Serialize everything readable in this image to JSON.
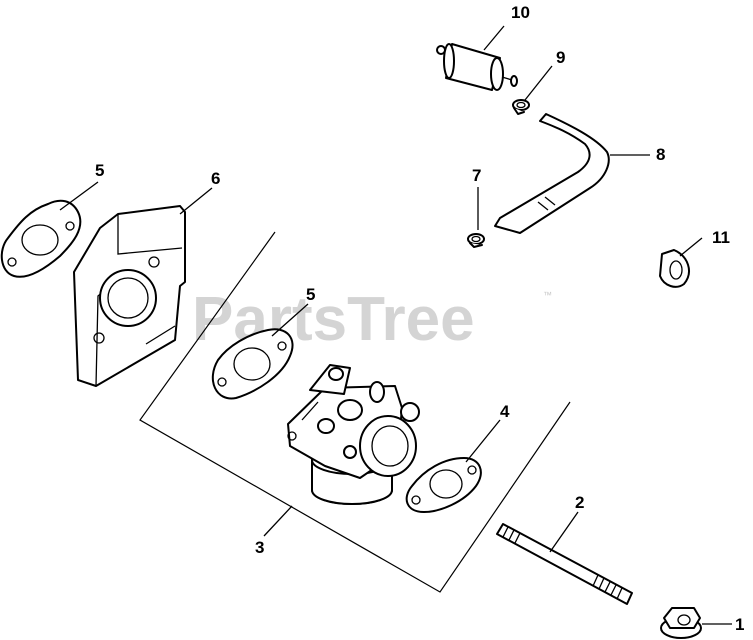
{
  "watermark": {
    "text": "PartsTree",
    "trademark": "™"
  },
  "callouts": {
    "c1": "1",
    "c2": "2",
    "c3": "3",
    "c4": "4",
    "c5a": "5",
    "c5b": "5",
    "c6": "6",
    "c7": "7",
    "c8": "8",
    "c9": "9",
    "c10": "10",
    "c11": "11"
  },
  "colors": {
    "line": "#000000",
    "background": "#ffffff",
    "watermark": "#d4d4d4"
  }
}
